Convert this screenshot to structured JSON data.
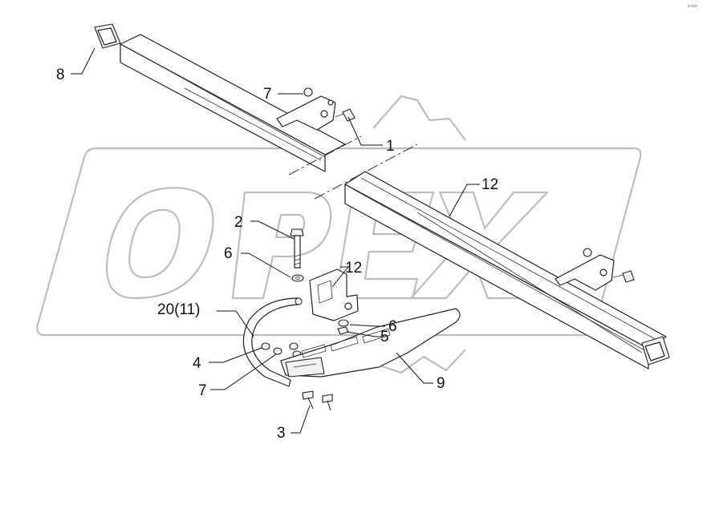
{
  "diagram": {
    "corner_code": "s-xxx",
    "watermark_text": "OPEX",
    "callouts": [
      {
        "id": "c8",
        "text": "8"
      },
      {
        "id": "c7a",
        "text": "7"
      },
      {
        "id": "c1",
        "text": "1"
      },
      {
        "id": "c12a",
        "text": "12"
      },
      {
        "id": "c2",
        "text": "2"
      },
      {
        "id": "c6a",
        "text": "6"
      },
      {
        "id": "c12b",
        "text": "12"
      },
      {
        "id": "c20",
        "text": "20(11)"
      },
      {
        "id": "c6b",
        "text": "6"
      },
      {
        "id": "c5",
        "text": "5"
      },
      {
        "id": "c4",
        "text": "4"
      },
      {
        "id": "c7b",
        "text": "7"
      },
      {
        "id": "c9",
        "text": "9"
      },
      {
        "id": "c3",
        "text": "3"
      }
    ]
  }
}
